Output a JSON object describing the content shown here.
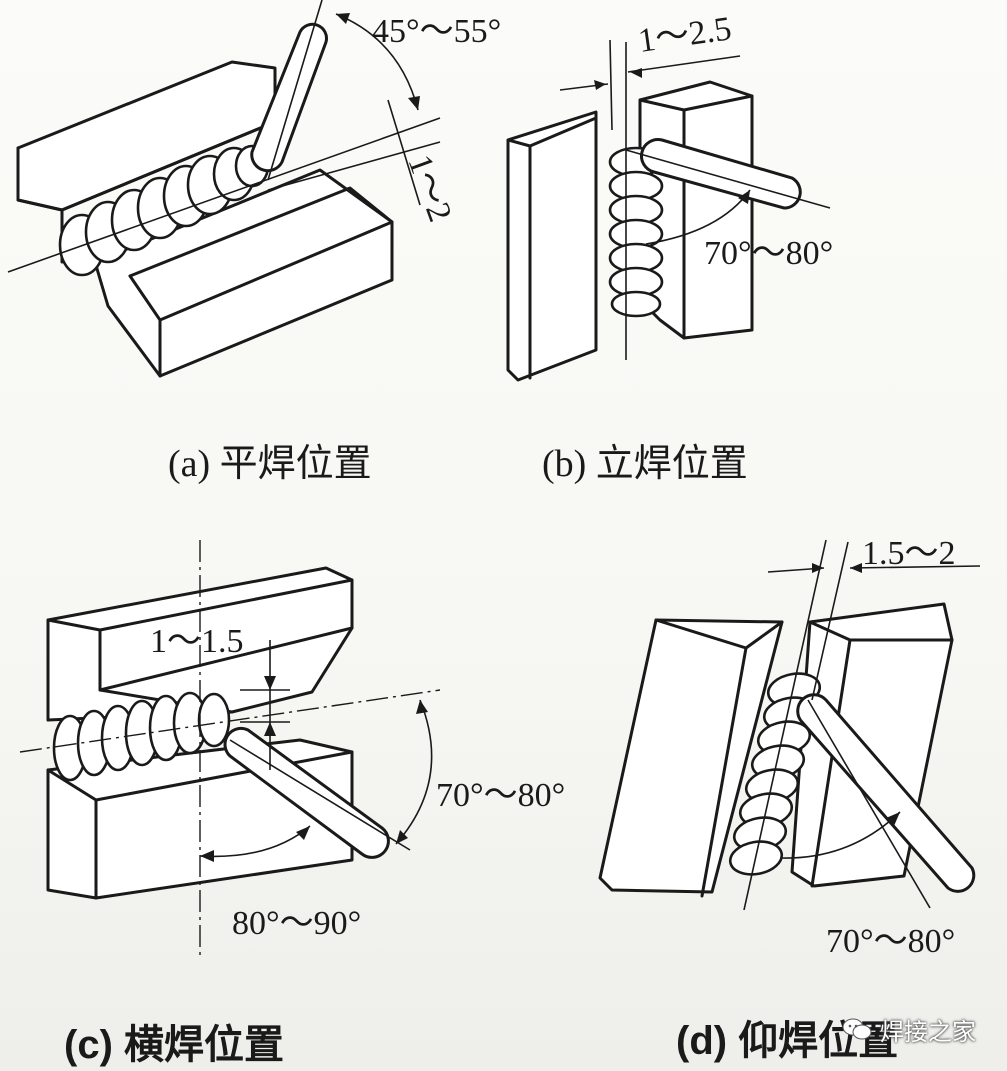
{
  "panels": [
    {
      "id": "a",
      "caption": "(a) 平焊位置",
      "rod_angle": "45°～55°",
      "gap": "1～2"
    },
    {
      "id": "b",
      "caption": "(b) 立焊位置",
      "gap": "1～2.5",
      "rod_angle": "70°～80°"
    },
    {
      "id": "c",
      "caption": "(c) 横焊位置",
      "gap": "1～1.5",
      "angle_vertical": "70°～80°",
      "angle_horizontal": "80°～90°"
    },
    {
      "id": "d",
      "caption": "(d) 仰焊位置",
      "gap": "1.5～2",
      "rod_angle": "70°～80°"
    }
  ],
  "watermark": {
    "text": "焊接之家",
    "icon": "wechat-icon"
  }
}
